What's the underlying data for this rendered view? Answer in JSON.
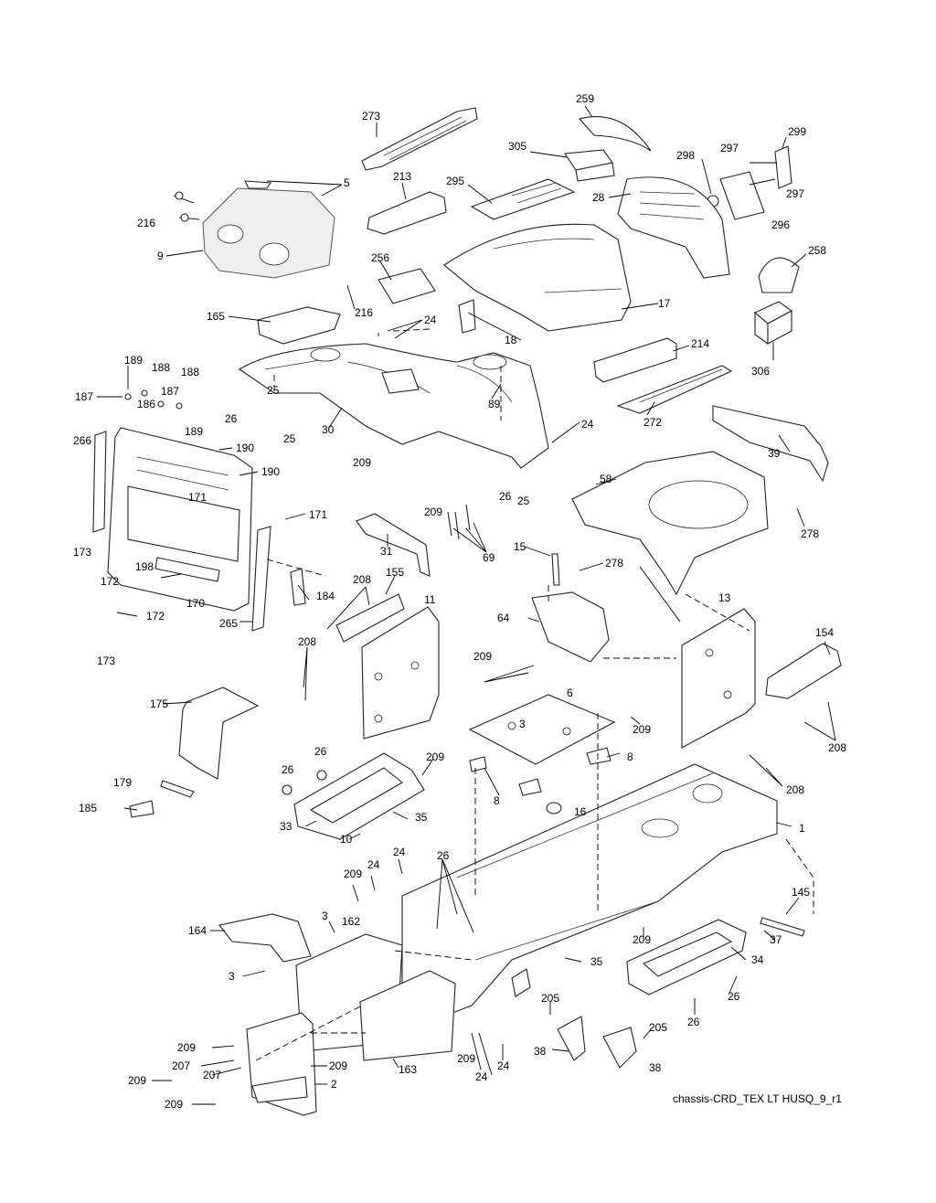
{
  "caption": "chassis-CRD_TEX LT HUSQ_9_r1",
  "callouts": [
    {
      "id": "c273",
      "text": "273"
    },
    {
      "id": "c259",
      "text": "259"
    },
    {
      "id": "c305",
      "text": "305"
    },
    {
      "id": "c299",
      "text": "299"
    },
    {
      "id": "c298",
      "text": "298"
    },
    {
      "id": "c297a",
      "text": "297"
    },
    {
      "id": "c297b",
      "text": "297"
    },
    {
      "id": "c5",
      "text": "5"
    },
    {
      "id": "c213",
      "text": "213"
    },
    {
      "id": "c295",
      "text": "295"
    },
    {
      "id": "c28",
      "text": "28"
    },
    {
      "id": "c296",
      "text": "296"
    },
    {
      "id": "c216a",
      "text": "216"
    },
    {
      "id": "c9",
      "text": "9"
    },
    {
      "id": "c256",
      "text": "256"
    },
    {
      "id": "c258",
      "text": "258"
    },
    {
      "id": "c216b",
      "text": "216"
    },
    {
      "id": "c17",
      "text": "17"
    },
    {
      "id": "c165",
      "text": "165"
    },
    {
      "id": "c24a",
      "text": "24"
    },
    {
      "id": "c18",
      "text": "18"
    },
    {
      "id": "c214",
      "text": "214"
    },
    {
      "id": "c306",
      "text": "306"
    },
    {
      "id": "c189a",
      "text": "189"
    },
    {
      "id": "c188a",
      "text": "188"
    },
    {
      "id": "c188b",
      "text": "188"
    },
    {
      "id": "c187a",
      "text": "187"
    },
    {
      "id": "c186",
      "text": "186"
    },
    {
      "id": "c187b",
      "text": "187"
    },
    {
      "id": "c25a",
      "text": "25"
    },
    {
      "id": "c89",
      "text": "89"
    },
    {
      "id": "c26a",
      "text": "26"
    },
    {
      "id": "c189b",
      "text": "189"
    },
    {
      "id": "c30",
      "text": "30"
    },
    {
      "id": "c25b",
      "text": "25"
    },
    {
      "id": "c266",
      "text": "266"
    },
    {
      "id": "c190a",
      "text": "190"
    },
    {
      "id": "c24b",
      "text": "24"
    },
    {
      "id": "c272",
      "text": "272"
    },
    {
      "id": "c39",
      "text": "39"
    },
    {
      "id": "c209a",
      "text": "209"
    },
    {
      "id": "c190b",
      "text": "190"
    },
    {
      "id": "c58",
      "text": "58"
    },
    {
      "id": "c26b",
      "text": "26"
    },
    {
      "id": "c25c",
      "text": "25"
    },
    {
      "id": "c171a",
      "text": "171"
    },
    {
      "id": "c209b",
      "text": "209"
    },
    {
      "id": "c171b",
      "text": "171"
    },
    {
      "id": "c278a",
      "text": "278"
    },
    {
      "id": "c173a",
      "text": "173"
    },
    {
      "id": "c198",
      "text": "198"
    },
    {
      "id": "c31",
      "text": "31"
    },
    {
      "id": "c69",
      "text": "69"
    },
    {
      "id": "c15",
      "text": "15"
    },
    {
      "id": "c172a",
      "text": "172"
    },
    {
      "id": "c278b",
      "text": "278"
    },
    {
      "id": "c155",
      "text": "155"
    },
    {
      "id": "c208a",
      "text": "208"
    },
    {
      "id": "c170",
      "text": "170"
    },
    {
      "id": "c184",
      "text": "184"
    },
    {
      "id": "c11",
      "text": "11"
    },
    {
      "id": "c13",
      "text": "13"
    },
    {
      "id": "c172b",
      "text": "172"
    },
    {
      "id": "c64",
      "text": "64"
    },
    {
      "id": "c265",
      "text": "265"
    },
    {
      "id": "c154",
      "text": "154"
    },
    {
      "id": "c208b",
      "text": "208"
    },
    {
      "id": "c173b",
      "text": "173"
    },
    {
      "id": "c209c",
      "text": "209"
    },
    {
      "id": "c6",
      "text": "6"
    },
    {
      "id": "c175",
      "text": "175"
    },
    {
      "id": "c3a",
      "text": "3"
    },
    {
      "id": "c209d",
      "text": "209"
    },
    {
      "id": "c208c",
      "text": "208"
    },
    {
      "id": "c26c",
      "text": "26"
    },
    {
      "id": "c209e",
      "text": "209"
    },
    {
      "id": "c8a",
      "text": "8"
    },
    {
      "id": "c26d",
      "text": "26"
    },
    {
      "id": "c179",
      "text": "179"
    },
    {
      "id": "c208d",
      "text": "208"
    },
    {
      "id": "c8b",
      "text": "8"
    },
    {
      "id": "c16",
      "text": "16"
    },
    {
      "id": "c185",
      "text": "185"
    },
    {
      "id": "c35a",
      "text": "35"
    },
    {
      "id": "c33",
      "text": "33"
    },
    {
      "id": "c1",
      "text": "1"
    },
    {
      "id": "c10",
      "text": "10"
    },
    {
      "id": "c26e",
      "text": "26"
    },
    {
      "id": "c24c",
      "text": "24"
    },
    {
      "id": "c24d",
      "text": "24"
    },
    {
      "id": "c209f",
      "text": "209"
    },
    {
      "id": "c145",
      "text": "145"
    },
    {
      "id": "c3b",
      "text": "3"
    },
    {
      "id": "c162",
      "text": "162"
    },
    {
      "id": "c164",
      "text": "164"
    },
    {
      "id": "c37",
      "text": "37"
    },
    {
      "id": "c209g",
      "text": "209"
    },
    {
      "id": "c34",
      "text": "34"
    },
    {
      "id": "c3c",
      "text": "3"
    },
    {
      "id": "c35b",
      "text": "35"
    },
    {
      "id": "c26f",
      "text": "26"
    },
    {
      "id": "c205a",
      "text": "205"
    },
    {
      "id": "c26g",
      "text": "26"
    },
    {
      "id": "c205b",
      "text": "205"
    },
    {
      "id": "c209h",
      "text": "209"
    },
    {
      "id": "c38a",
      "text": "38"
    },
    {
      "id": "c207a",
      "text": "207"
    },
    {
      "id": "c209i",
      "text": "209"
    },
    {
      "id": "c24e",
      "text": "24"
    },
    {
      "id": "c38b",
      "text": "38"
    },
    {
      "id": "c163",
      "text": "163"
    },
    {
      "id": "c207b",
      "text": "207"
    },
    {
      "id": "c209j",
      "text": "209"
    },
    {
      "id": "c209k",
      "text": "209"
    },
    {
      "id": "c24f",
      "text": "24"
    },
    {
      "id": "c2",
      "text": "2"
    },
    {
      "id": "c209l",
      "text": "209"
    }
  ]
}
